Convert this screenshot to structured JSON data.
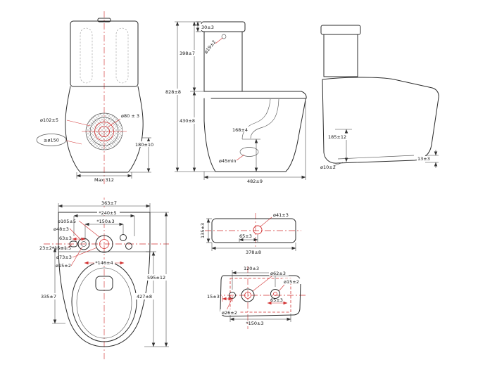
{
  "document": {
    "background": "#ffffff"
  },
  "colors": {
    "outline": "#2b2b2b",
    "accent_red": "#d23131",
    "text": "#141414"
  },
  "views": {
    "front": {
      "dims": {
        "trap_dia": "ø102±5",
        "outlet_dia": "ø80 ± 3",
        "rough_in": "≥ø150",
        "outlet_height": "180±10",
        "base_width": "Max 312"
      }
    },
    "side": {
      "dims": {
        "lid_height": "30±3",
        "button_dia": "ø19±2",
        "upper_height": "398±7",
        "total_height": "828±8",
        "bowl_height": "430±8",
        "outlet_center_height": "168±4",
        "outlet_min_dia": "ø45min",
        "total_depth": "482±9"
      }
    },
    "rear": {
      "dims": {
        "skirt_height": "185±12",
        "base_inset": "13±3",
        "fixing_hole_dia": "ø10±2"
      }
    },
    "plan": {
      "dims": {
        "top_width": "363±7",
        "bolt_span_240": "*240±5",
        "bolt_span_150": "*150±3",
        "hole_dia_105": "ø105±5",
        "hole_dia_48": "ø48±3",
        "offset_63": "63±3",
        "slot_size": "23±2*15±1.5",
        "hole_dia_73": "ø73±3",
        "hole_dia_15": "ø15±2",
        "span_146": "*146±4",
        "total_length": "595±12",
        "bowl_length": "427±8",
        "side_length": "335±7"
      }
    },
    "cistern": {
      "dims": {
        "hole_dia_41": "ø41±3",
        "offset_65": "65±3",
        "depth_135": "135±3",
        "width_378": "378±8"
      }
    },
    "fixing": {
      "dims": {
        "span_120": "120±3",
        "hole_dia_62": "ø62±3",
        "hole_dia_15": "ø15±2",
        "offset_15": "15±3",
        "offset_65": "65±3",
        "hole_dia_26": "ø26±2",
        "span_150": "*150±3"
      }
    }
  }
}
